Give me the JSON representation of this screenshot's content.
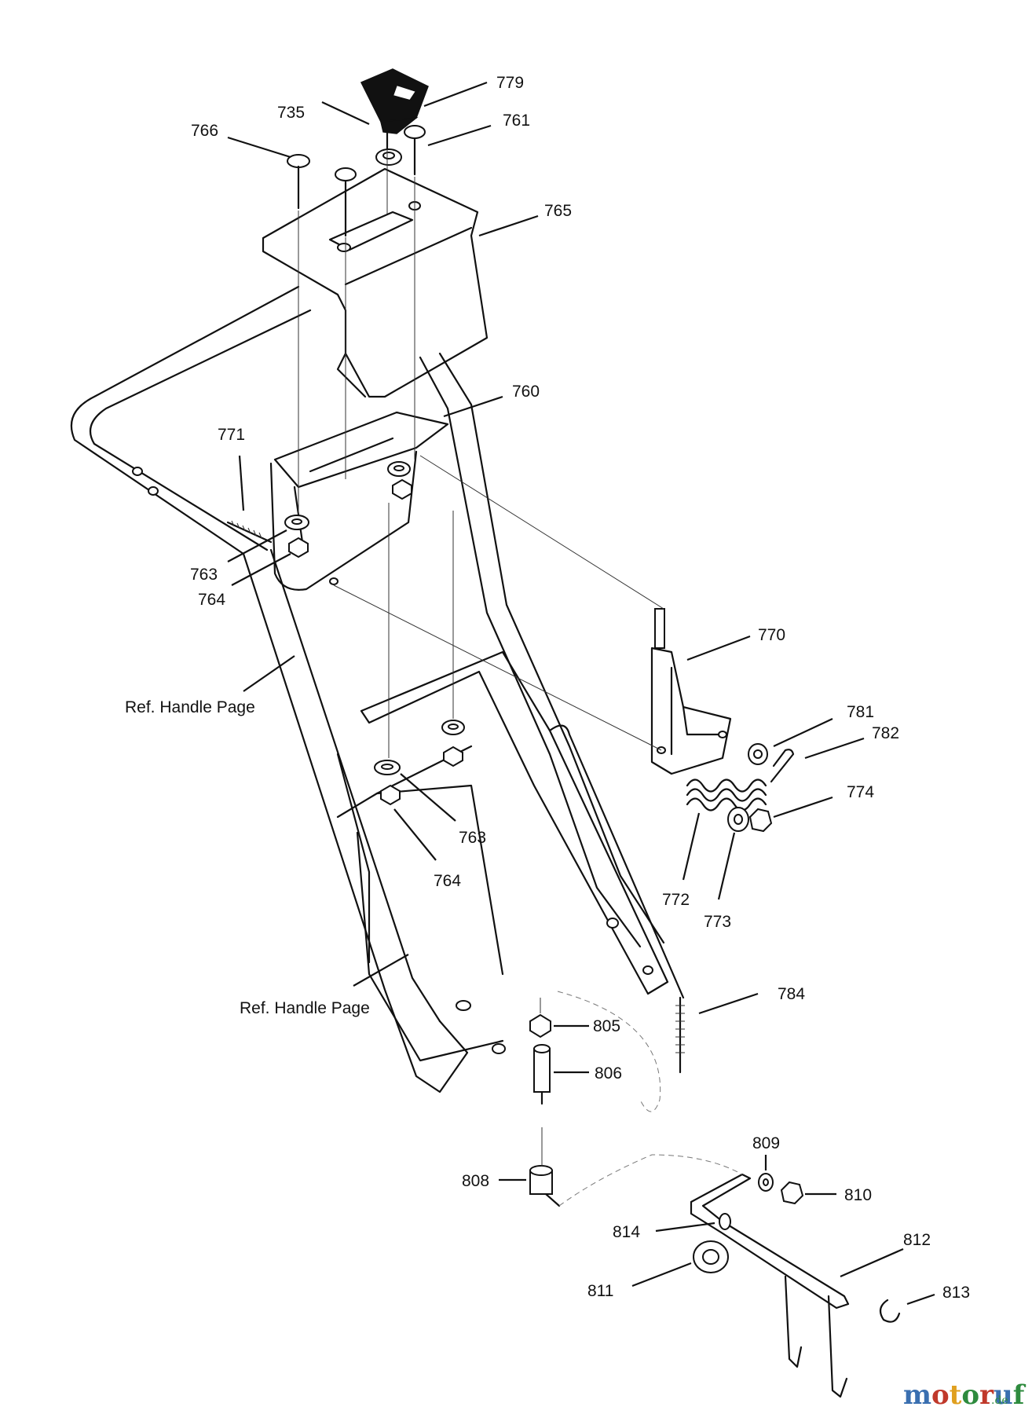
{
  "labels": {
    "p779": "779",
    "p735": "735",
    "p761": "761",
    "p766": "766",
    "p765": "765",
    "p760": "760",
    "p771": "771",
    "p763a": "763",
    "p764a": "764",
    "p770": "770",
    "ref_handle_1": "Ref. Handle Page",
    "p781": "781",
    "p782": "782",
    "p774": "774",
    "p763b": "763",
    "p764b": "764",
    "p772": "772",
    "p773": "773",
    "ref_handle_2": "Ref. Handle Page",
    "p784": "784",
    "p805": "805",
    "p806": "806",
    "p809": "809",
    "p808": "808",
    "p810": "810",
    "p814": "814",
    "p812": "812",
    "p811": "811",
    "p813": "813"
  },
  "watermark": {
    "brand": "motoruf",
    "suffix": ".de",
    "letter_colors": [
      "#3a6fb0",
      "#c0392b",
      "#e0a020",
      "#2e8b3e",
      "#c0392b",
      "#3a6fb0",
      "#2e8b3e"
    ]
  }
}
